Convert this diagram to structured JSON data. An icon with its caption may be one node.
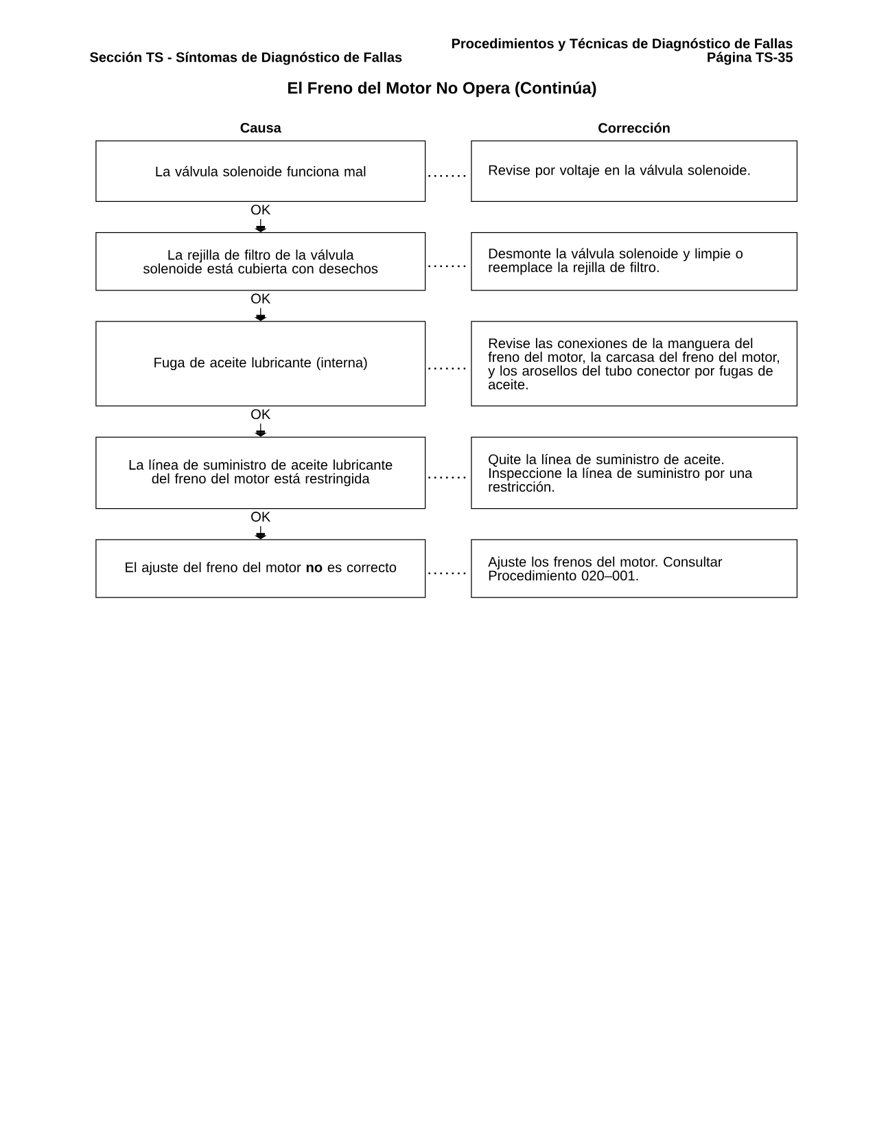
{
  "diagram": {
    "title": "El Freno del Motor No Opera (Continúa)",
    "nodes": [
      {
        "text": [
          "La válvula solenoide funciona mal"
        ]
      },
      {
        "text": [
          "Revise por voltaje en la válvula solenoide."
        ]
      },
      {
        "text": [
          "La rejilla de filtro de la válvula solenoide está cubierta con desechos"
        ]
      },
      {
        "text": [
          "Desmonte la válvula solenoide y limpie o reemplace la rejilla de filtro."
        ]
      },
      {
        "text": [
          "Fuga de aceite lubricante (interna)"
        ]
      },
      {
        "text": [
          "Revise las conexiones de la manguera del freno del motor, la carcasa del freno del motor, y los arosellos del tubo conector por fugas de aceite."
        ]
      },
      {
        "text": [
          "La línea de suministro de aceite lubricante del freno del motor está restringida"
        ]
      },
      {
        "text": [
          "Quite la línea de suministro de aceite. Inspeccione la línea de suministro por una restricción."
        ]
      },
      {
        "text": [
          "El ajuste del freno del motor **no** es correcto"
        ]
      },
      {
        "text": [
          "Ajuste los frenos del motor. Consultar Procedimiento 020–001."
        ]
      }
    ],
    "edges": [
      {
        "from": 0,
        "to": 1,
        "arrow": "none",
        "style": "dashed"
      },
      {
        "from": null,
        "to": 2,
        "arrow": "to",
        "label": "OK"
      },
      {
        "from": 2,
        "to": 3,
        "arrow": "none",
        "style": "dashed"
      },
      {
        "from": null,
        "to": 4,
        "arrow": "to",
        "label": "OK"
      },
      {
        "from": 4,
        "to": 5,
        "arrow": "none",
        "style": "dashed"
      },
      {
        "from": null,
        "to": 6,
        "arrow": "to",
        "label": "OK"
      },
      {
        "from": 6,
        "to": 7,
        "arrow": "none",
        "style": "dashed"
      },
      {
        "from": null,
        "to": 8,
        "arrow": "to",
        "label": "OK"
      },
      {
        "from": 8,
        "to": 9,
        "arrow": "none",
        "style": "dashed"
      }
    ],
    "labels": [
      "Procedimientos y Técnicas de Diagnóstico de Fallas",
      "Sección TS - Síntomas de Diagnóstico de Fallas",
      "Página TS-35",
      "Causa",
      "Corrección"
    ]
  }
}
